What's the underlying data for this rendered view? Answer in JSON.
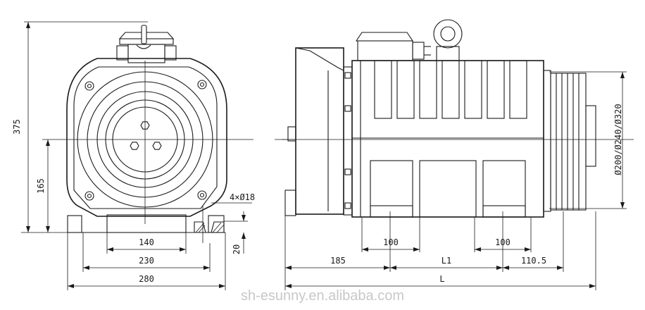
{
  "dimensions": {
    "height_total": "375",
    "height_axis": "165",
    "bolt_holes": "4×Ø18",
    "width_140": "140",
    "width_230": "230",
    "width_280": "280",
    "foot_height": "20",
    "length_185": "185",
    "foot_100_left": "100",
    "dim_L1": "L1",
    "foot_100_right": "100",
    "length_110_5": "110.5",
    "dim_L": "L",
    "sheave_diameters": "Ø200/Ø240/Ø320"
  },
  "watermark": "sh-esunny.en.alibaba.com"
}
